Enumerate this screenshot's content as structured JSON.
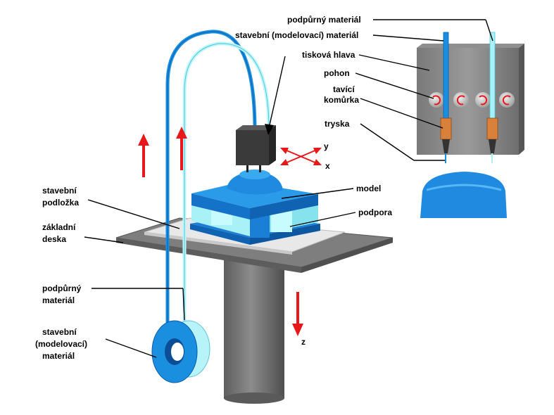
{
  "labels": {
    "podpurny_top": "podpůrný materiál",
    "stavebni_top": "stavební (modelovací) materiál",
    "tiskova_hlava": "tisková hlava",
    "pohon": "pohon",
    "tavici_1": "tavící",
    "tavici_2": "komůrka",
    "tryska": "tryska",
    "axis_y": "y",
    "axis_x": "x",
    "axis_z": "z",
    "model": "model",
    "podpora": "podpora",
    "podlozka_1": "stavební",
    "podlozka_2": "podložka",
    "deska_1": "základní",
    "deska_2": "deska",
    "podp_left_1": "podpůrný",
    "podp_left_2": "materiál",
    "stav_left_1": "stavební",
    "stav_left_2": "(modelovací)",
    "stav_left_3": "materiál"
  },
  "colors": {
    "build_material": "#1a8fe0",
    "support_material": "#9ff0f5",
    "plate": "#8a8a8a",
    "column": "#6a6a6a",
    "head": "#3a3a3a",
    "heater": "#d9813a",
    "arrow": "#e8181a"
  }
}
